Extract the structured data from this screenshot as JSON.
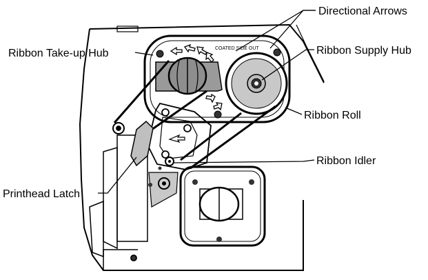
{
  "labels": {
    "directional_arrows": "Directional Arrows",
    "ribbon_takeup_hub": "Ribbon Take-up Hub",
    "ribbon_supply_hub": "Ribbon Supply Hub",
    "ribbon_roll": "Ribbon Roll",
    "ribbon_idler": "Ribbon Idler",
    "printhead_latch": "Printhead Latch"
  },
  "panel_text": "COATED SIDE OUT",
  "colors": {
    "line": "#000000",
    "hub_gray": "#9a9a9a",
    "roll_gray": "#c8c8c8",
    "background": "#ffffff"
  }
}
